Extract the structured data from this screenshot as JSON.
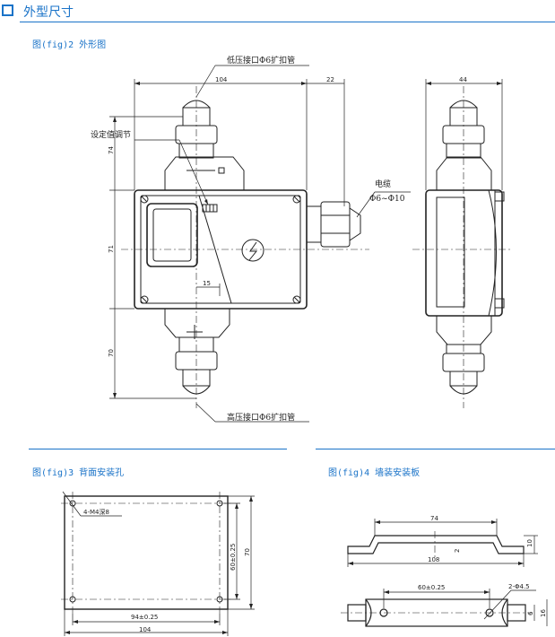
{
  "header": {
    "title": "外型尺寸"
  },
  "fig2": {
    "caption": "图(fig)2  外形图",
    "low_port": "低压接口Φ6扩扣管",
    "high_port": "高压接口Φ6扩扣管",
    "setting": "设定值调节",
    "cable": "电缆",
    "cable_range": "Φ6~Φ10",
    "dims": {
      "w104": "104",
      "d22": "22",
      "d44": "44",
      "d74": "74",
      "d71": "71",
      "d70": "70",
      "d15": "15"
    }
  },
  "fig3": {
    "caption": "图(fig)3  背面安装孔",
    "holes": "4-M4深8",
    "dims": {
      "h60": "60±0.25",
      "h70": "70",
      "w94": "94±0.25",
      "w104": "104"
    }
  },
  "fig4": {
    "caption": "图(fig)4  墙装安装板",
    "dims": {
      "d74": "74",
      "d108": "108",
      "d10": "10",
      "d2": "2",
      "d60": "60±0.25",
      "holes": "2-Φ4.5",
      "d6": "6",
      "d16": "16"
    }
  },
  "colors": {
    "accent": "#1a73c8",
    "line": "#222222"
  }
}
